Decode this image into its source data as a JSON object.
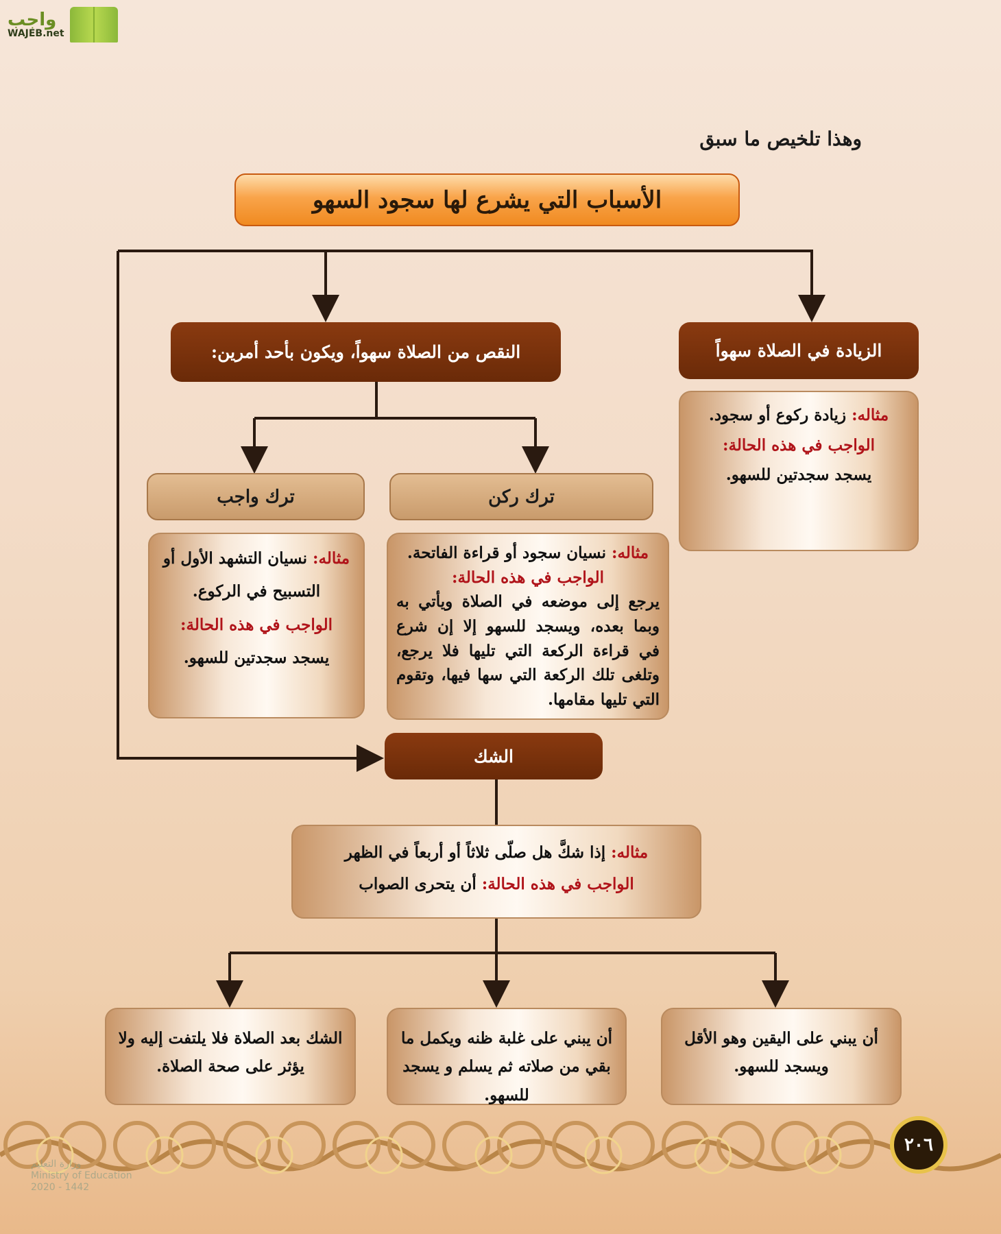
{
  "logo": {
    "arabic": "واجب",
    "latin": "WAJEB.net"
  },
  "intro": "وهذا تلخيص ما سبق",
  "title": "الأسباب التي يشرع لها سجود السهو",
  "addition": {
    "header": "الزيادة في الصلاة سهواً",
    "example_label": "مثاله:",
    "example": " زيادة ركوع أو سجود.",
    "duty_label": "الواجب في هذه الحالة:",
    "duty": "يسجد سجدتين للسهو."
  },
  "deficiency": {
    "header": "النقص من الصلاة سهواً، ويكون بأحد أمرين:"
  },
  "leave_pillar": {
    "header": "ترك ركن",
    "example_label": "مثاله:",
    "example": " نسيان سجود أو قراءة الفاتحة.",
    "duty_label": "الواجب في هذه الحالة:",
    "duty": "يرجع إلى موضعه في الصلاة ويأتي به وبما بعده، ويسجد للسهو إلا إن شرع في قراءة الركعة التي تليها فلا يرجع، وتلغى تلك الركعة التي سها فيها، وتقوم التي تليها مقامها."
  },
  "leave_obligation": {
    "header": "ترك واجب",
    "example_label": "مثاله:",
    "example": " نسيان التشهد الأول أو التسبيح في الركوع.",
    "duty_label": "الواجب في هذه الحالة:",
    "duty": "يسجد سجدتين للسهو."
  },
  "doubt": {
    "header": "الشك",
    "example_label": "مثاله:",
    "example": " إذا شكَّ هل صلّى ثلاثاً أو أربعاً في الظهر",
    "duty_label": "الواجب في هذه الحالة:",
    "duty": " أن يتحرى الصواب"
  },
  "outcomes": [
    "أن يبني على اليقين وهو الأقل ويسجد للسهو.",
    "أن يبني على غلبة ظنه ويكمل ما بقي من صلاته ثم يسلم و يسجد للسهو.",
    "الشك بعد الصلاة فلا يلتفت إليه ولا يؤثر على صحة الصلاة."
  ],
  "watermark": {
    "ministry": "وزارة التعليم",
    "ministry_en": "Ministry of Education",
    "year": "2020 - 1442"
  },
  "page_number": "٢٠٦",
  "colors": {
    "title_orange": "#f08a20",
    "header_brown": "#6a2a08",
    "label_red": "#b0141a"
  }
}
